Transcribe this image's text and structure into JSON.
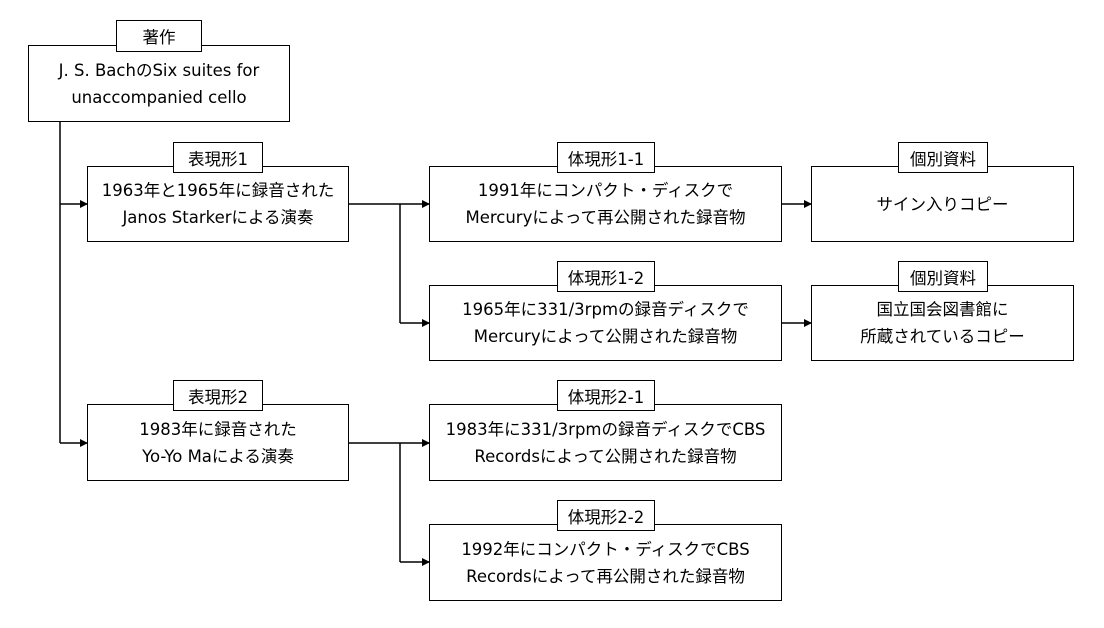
{
  "work": {
    "label": "著作",
    "lines": [
      "J. S. BachのSix suites for",
      "unaccompanied cello"
    ]
  },
  "expressions": [
    {
      "label": "表現形1",
      "lines": [
        "1963年と1965年に録音された",
        "Janos Starkerによる演奏"
      ]
    },
    {
      "label": "表現形2",
      "lines": [
        "1983年に録音された",
        "Yo-Yo Maによる演奏"
      ]
    }
  ],
  "manifestations": [
    {
      "label": "体現形1-1",
      "lines": [
        "1991年にコンパクト・ディスクで",
        "Mercuryによって再公開された録音物"
      ]
    },
    {
      "label": "体現形1-2",
      "lines": [
        "1965年に331/3rpmの録音ディスクで",
        "Mercuryによって公開された録音物"
      ]
    },
    {
      "label": "体現形2-1",
      "lines": [
        "1983年に331/3rpmの録音ディスクでCBS",
        "Recordsによって公開された録音物"
      ]
    },
    {
      "label": "体現形2-2",
      "lines": [
        "1992年にコンパクト・ディスクでCBS",
        "Recordsによって再公開された録音物"
      ]
    }
  ],
  "items": [
    {
      "label": "個別資料",
      "lines": [
        "サイン入りコピー"
      ]
    },
    {
      "label": "個別資料",
      "lines": [
        "国立国会図書館に",
        "所蔵されているコピー"
      ]
    }
  ]
}
